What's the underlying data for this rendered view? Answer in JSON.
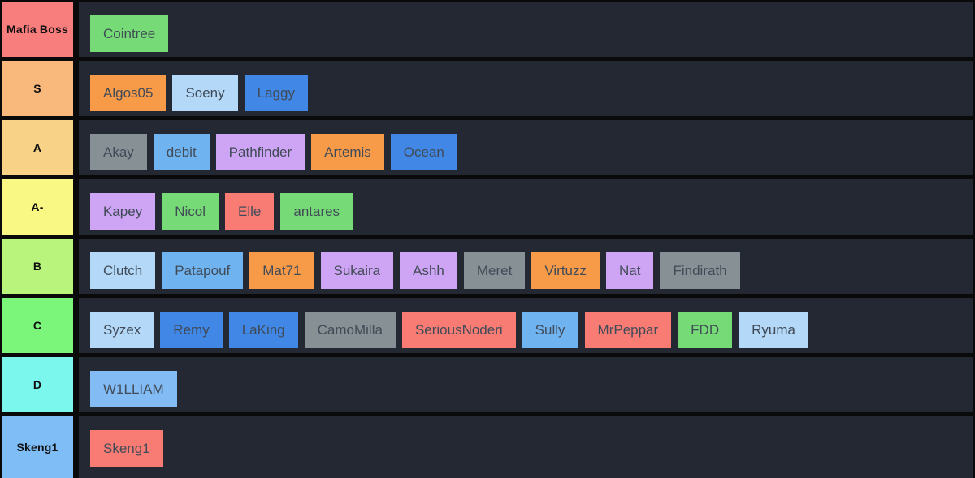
{
  "board": {
    "background": "#232832",
    "separator_color": "#0a0a0b",
    "item_text_color": "#414b57",
    "label_text_color": "#101010"
  },
  "palette": {
    "green": "#76DB76",
    "orange": "#F89B49",
    "lightblue": "#B3D8F8",
    "midblue": "#6FB3F1",
    "skyblue": "#83BCF5",
    "blue": "#4187E6",
    "purple": "#CEA5F4",
    "gray": "#879094",
    "salmon": "#F97C74"
  },
  "rows": [
    {
      "label": "Mafia Boss",
      "label_color": "#F87D7D",
      "items": [
        {
          "name": "Cointree",
          "color": "green"
        }
      ]
    },
    {
      "label": "S",
      "label_color": "#F9B97C",
      "items": [
        {
          "name": "Algos05",
          "color": "orange"
        },
        {
          "name": "Soeny",
          "color": "lightblue"
        },
        {
          "name": "Laggy",
          "color": "blue"
        }
      ]
    },
    {
      "label": "A",
      "label_color": "#F7D287",
      "items": [
        {
          "name": "Akay",
          "color": "gray"
        },
        {
          "name": "debit",
          "color": "midblue"
        },
        {
          "name": "Pathfinder",
          "color": "purple"
        },
        {
          "name": "Artemis",
          "color": "orange"
        },
        {
          "name": "Ocean",
          "color": "blue"
        }
      ]
    },
    {
      "label": "A-",
      "label_color": "#FAF885",
      "items": [
        {
          "name": "Kapey",
          "color": "purple"
        },
        {
          "name": "Nicol",
          "color": "green"
        },
        {
          "name": "Elle",
          "color": "salmon"
        },
        {
          "name": "antares",
          "color": "green"
        }
      ]
    },
    {
      "label": "B",
      "label_color": "#B9F57C",
      "items": [
        {
          "name": "Clutch",
          "color": "lightblue"
        },
        {
          "name": "Patapouf",
          "color": "midblue"
        },
        {
          "name": "Mat71",
          "color": "orange"
        },
        {
          "name": "Sukaira",
          "color": "purple"
        },
        {
          "name": "Ashh",
          "color": "purple"
        },
        {
          "name": "Meret",
          "color": "gray"
        },
        {
          "name": "Virtuzz",
          "color": "orange"
        },
        {
          "name": "Nat",
          "color": "purple"
        },
        {
          "name": "Findirath",
          "color": "gray"
        }
      ]
    },
    {
      "label": "C",
      "label_color": "#7BF67B",
      "items": [
        {
          "name": "Syzex",
          "color": "lightblue"
        },
        {
          "name": "Remy",
          "color": "blue"
        },
        {
          "name": "LaKing",
          "color": "blue"
        },
        {
          "name": "CamoMilla",
          "color": "gray"
        },
        {
          "name": "SeriousNoderi",
          "color": "salmon"
        },
        {
          "name": "Sully",
          "color": "midblue"
        },
        {
          "name": "MrPeppar",
          "color": "salmon"
        },
        {
          "name": "FDD",
          "color": "green"
        },
        {
          "name": "Ryuma",
          "color": "lightblue"
        }
      ]
    },
    {
      "label": "D",
      "label_color": "#7CF7EE",
      "items": [
        {
          "name": "W1LLIAM",
          "color": "skyblue"
        }
      ]
    },
    {
      "label": "Skeng1",
      "label_color": "#7FBDF7",
      "items": [
        {
          "name": "Skeng1",
          "color": "salmon"
        }
      ]
    }
  ]
}
